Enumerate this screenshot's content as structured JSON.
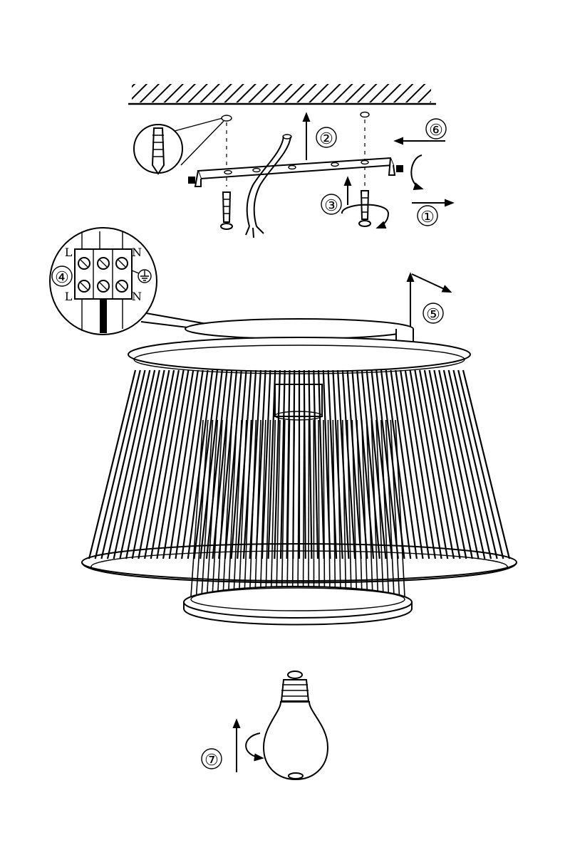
{
  "steps": {
    "s1": "①",
    "s2": "②",
    "s3": "③",
    "s4": "④",
    "s5": "⑤",
    "s6": "⑥",
    "s7": "⑦"
  },
  "terminal": {
    "top_left": "L",
    "top_right": "N",
    "bottom_left": "L",
    "bottom_right": "N"
  },
  "colors": {
    "line": "#000000",
    "background": "#ffffff"
  },
  "icons": [
    "wall-anchor-icon",
    "ground-symbol-icon",
    "arrow-icon",
    "rotate-arrow-icon",
    "screw-icon"
  ]
}
